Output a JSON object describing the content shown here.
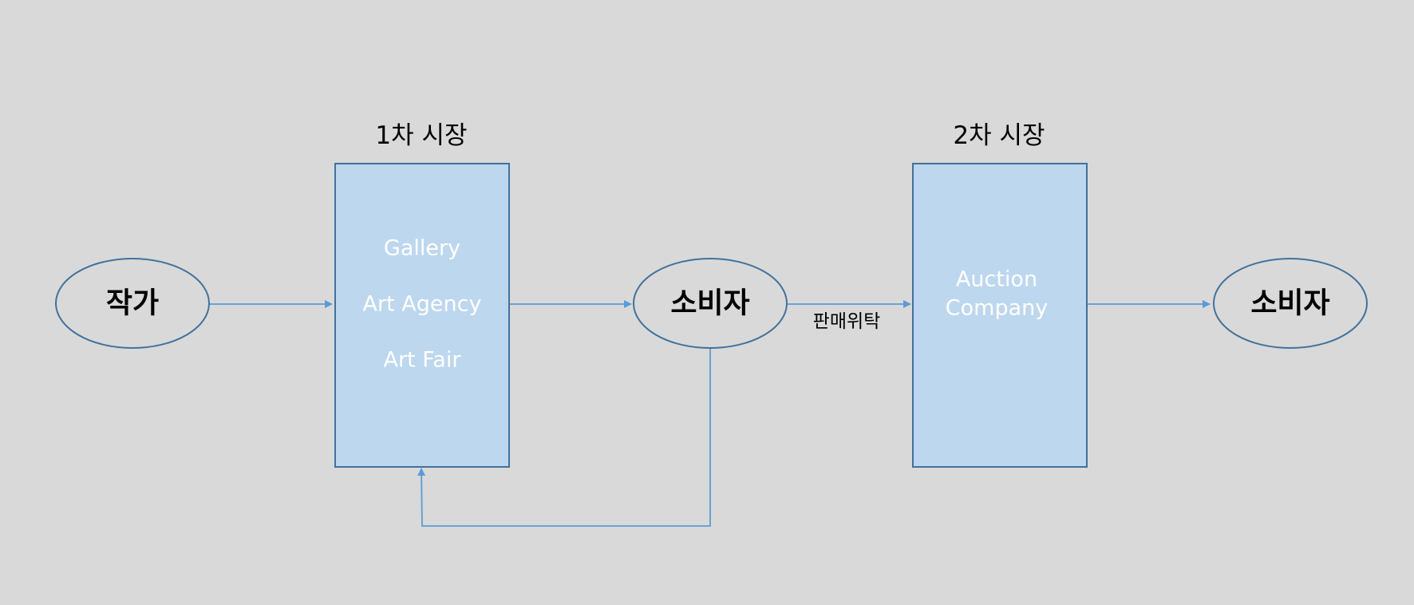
{
  "colors": {
    "background": "#d9d9d9",
    "box_fill": "#bdd7ee",
    "stroke": "#41719c",
    "arrow": "#5b9bd5",
    "box_text": "#ffffff",
    "dark_text": "#000000"
  },
  "nodes": {
    "artist": {
      "label": "작가"
    },
    "primary_market": {
      "title": "1차 시장",
      "items": [
        "Gallery",
        "Art Agency",
        "Art Fair"
      ]
    },
    "consumer_1": {
      "label": "소비자"
    },
    "secondary_market": {
      "title": "2차 시장",
      "lines": [
        "Auction",
        "Company"
      ]
    },
    "consumer_2": {
      "label": "소비자"
    }
  },
  "edges": {
    "consignment_label": "판매위탁"
  }
}
